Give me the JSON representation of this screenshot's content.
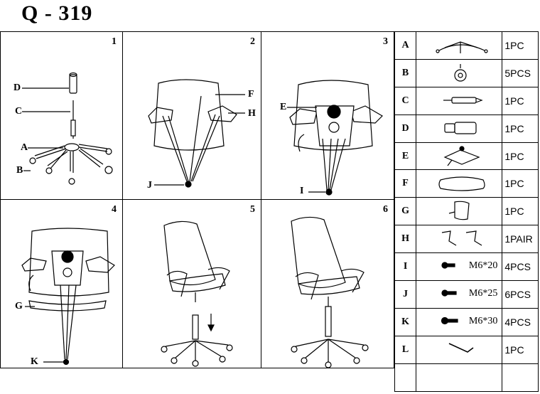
{
  "title": "Q - 319",
  "steps": [
    {
      "num": "1",
      "labels": [
        "D",
        "C",
        "A",
        "B"
      ]
    },
    {
      "num": "2",
      "labels": [
        "F",
        "H",
        "J"
      ]
    },
    {
      "num": "3",
      "labels": [
        "E",
        "I"
      ]
    },
    {
      "num": "4",
      "labels": [
        "G",
        "K"
      ]
    },
    {
      "num": "5",
      "labels": []
    },
    {
      "num": "6",
      "labels": []
    }
  ],
  "parts": [
    {
      "letter": "A",
      "spec": "",
      "qty": "1PC",
      "icon": "star-base-icon"
    },
    {
      "letter": "B",
      "spec": "",
      "qty": "5PCS",
      "icon": "caster-icon"
    },
    {
      "letter": "C",
      "spec": "",
      "qty": "1PC",
      "icon": "gas-lift-icon"
    },
    {
      "letter": "D",
      "spec": "",
      "qty": "1PC",
      "icon": "gas-lift-cover-icon"
    },
    {
      "letter": "E",
      "spec": "",
      "qty": "1PC",
      "icon": "mechanism-icon"
    },
    {
      "letter": "F",
      "spec": "",
      "qty": "1PC",
      "icon": "seat-icon"
    },
    {
      "letter": "G",
      "spec": "",
      "qty": "1PC",
      "icon": "backrest-icon"
    },
    {
      "letter": "H",
      "spec": "",
      "qty": "1PAIR",
      "icon": "armrest-icon"
    },
    {
      "letter": "I",
      "spec": "M6*20",
      "qty": "4PCS",
      "icon": "bolt-icon"
    },
    {
      "letter": "J",
      "spec": "M6*25",
      "qty": "6PCS",
      "icon": "bolt-icon"
    },
    {
      "letter": "K",
      "spec": "M6*30",
      "qty": "4PCS",
      "icon": "bolt-icon"
    },
    {
      "letter": "L",
      "spec": "",
      "qty": "1PC",
      "icon": "allen-key-icon"
    },
    {
      "letter": "",
      "spec": "",
      "qty": "",
      "icon": ""
    }
  ]
}
